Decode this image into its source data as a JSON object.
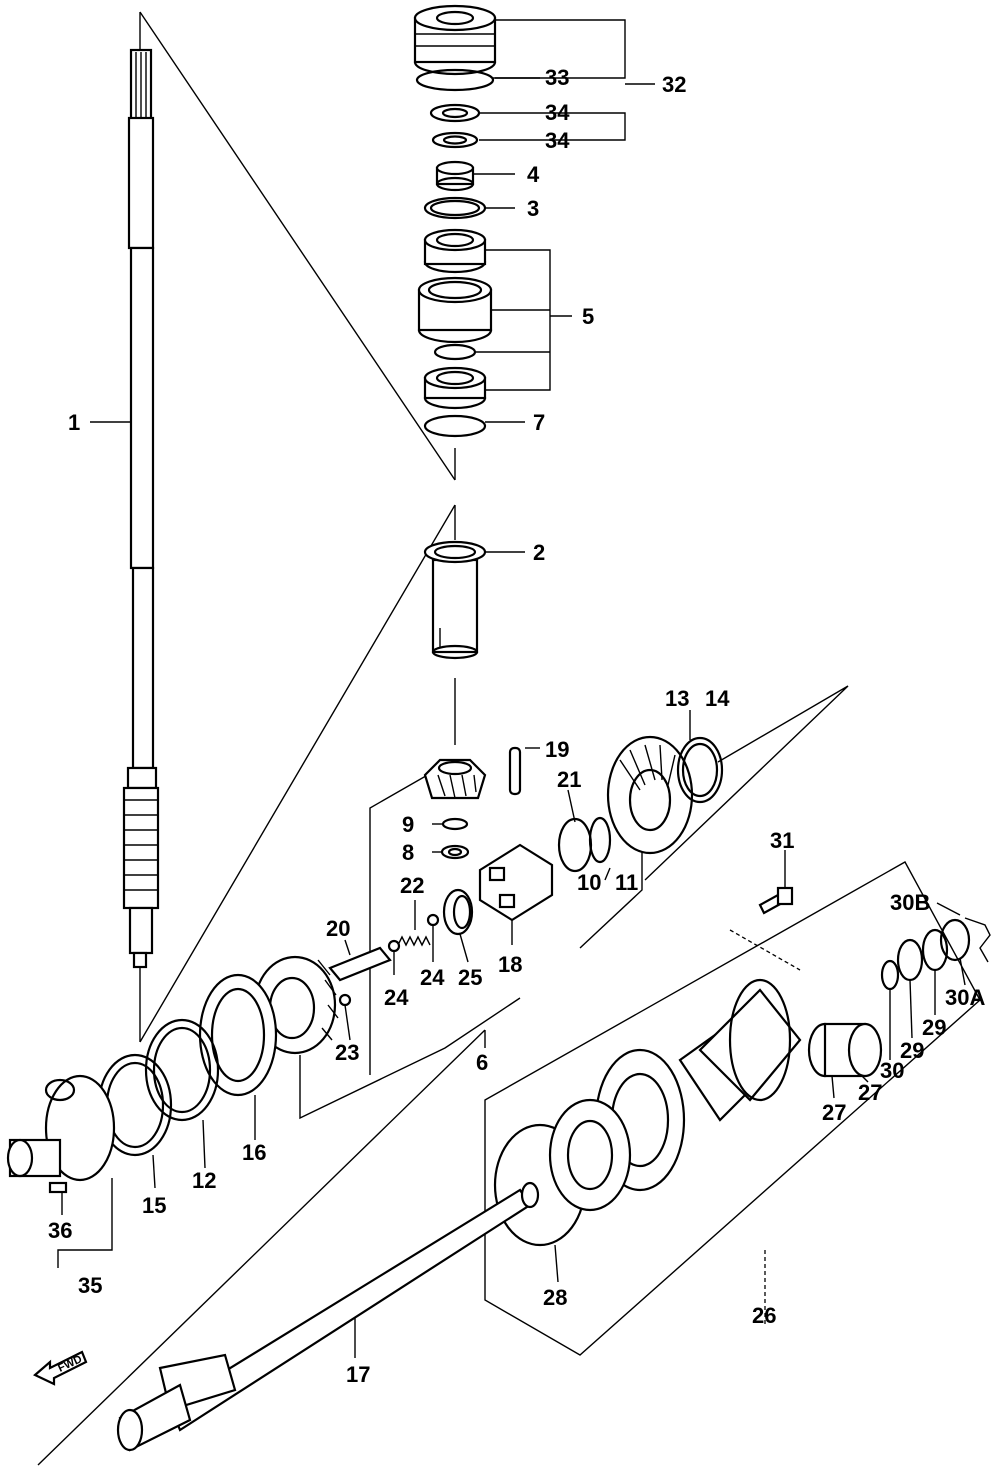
{
  "diagram": {
    "labels": {
      "p1": "1",
      "p2": "2",
      "p3": "3",
      "p4": "4",
      "p5": "5",
      "p6": "6",
      "p7": "7",
      "p8": "8",
      "p9": "9",
      "p10": "10",
      "p11": "11",
      "p12": "12",
      "p13": "13",
      "p14": "14",
      "p15": "15",
      "p16": "16",
      "p17": "17",
      "p18": "18",
      "p19": "19",
      "p20": "20",
      "p21": "21",
      "p22": "22",
      "p23": "23",
      "p24a": "24",
      "p24b": "24",
      "p25": "25",
      "p26": "26",
      "p27a": "27",
      "p27b": "27",
      "p28": "28",
      "p29a": "29",
      "p29b": "29",
      "p30": "30",
      "p30a": "30A",
      "p30b": "30B",
      "p31": "31",
      "p32": "32",
      "p33": "33",
      "p34a": "34",
      "p34b": "34",
      "p35": "35",
      "p36": "36"
    },
    "fwd_label": "FWD"
  }
}
